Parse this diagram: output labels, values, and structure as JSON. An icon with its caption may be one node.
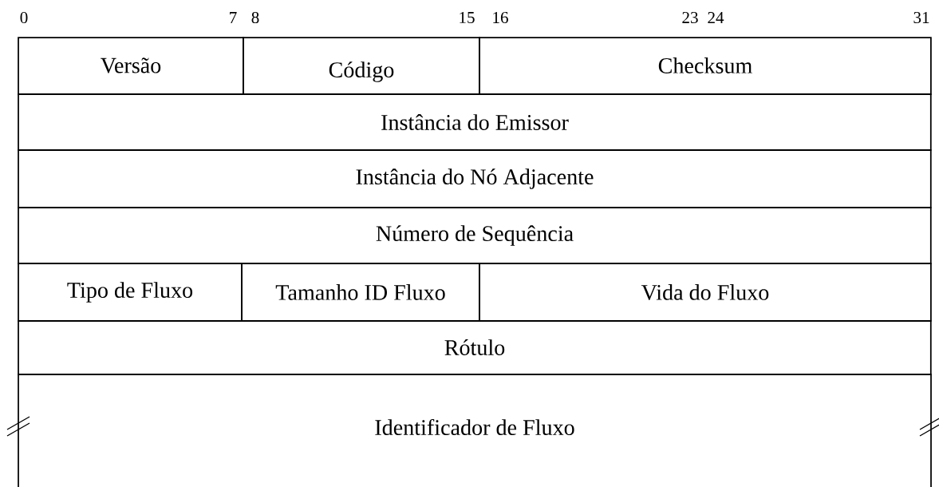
{
  "diagram": {
    "nodes": [
      {
        "text": [
          "Versão"
        ]
      },
      {
        "text": [
          "Código"
        ]
      },
      {
        "text": [
          "Checksum"
        ]
      },
      {
        "text": [
          "Instância do Emissor"
        ]
      },
      {
        "text": [
          "Instância do Nó Adjacente"
        ]
      },
      {
        "text": [
          "Número de Sequência"
        ]
      },
      {
        "text": [
          "Tipo de Fluxo"
        ]
      },
      {
        "text": [
          "Tamanho ID Fluxo"
        ]
      },
      {
        "text": [
          "Vida do Fluxo"
        ]
      },
      {
        "text": [
          "Rótulo"
        ]
      },
      {
        "text": [
          "Identificador de Fluxo"
        ]
      }
    ],
    "labels": [
      "0",
      "7",
      "8",
      "15",
      "16",
      "23",
      "24",
      "31"
    ]
  }
}
